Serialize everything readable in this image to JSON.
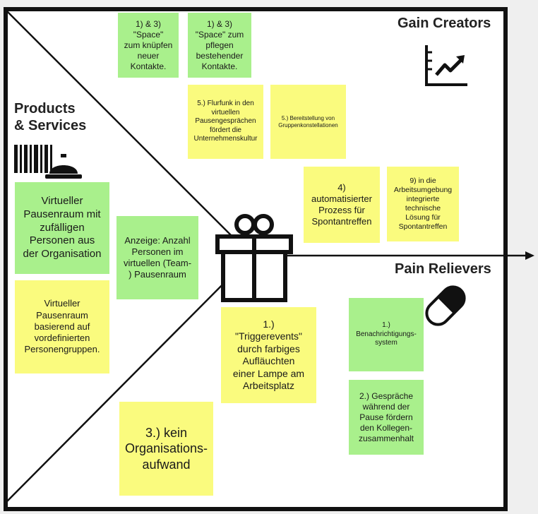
{
  "headings": {
    "gain_creators": "Gain Creators",
    "products_services": "Products\n& Services",
    "pain_relievers": "Pain Relievers"
  },
  "notes": [
    {
      "id": "space-new-contacts",
      "color": "green",
      "text": "1) & 3) \"Space\"\nzum knüpfen\nneuer\nKontakte."
    },
    {
      "id": "space-existing-contacts",
      "color": "green",
      "text": "1) & 3)\n\"Space\" zum\npflegen\nbestehender\nKontakte."
    },
    {
      "id": "flurfunk",
      "color": "yellow",
      "text": "5.) Flurfunk in den\nvirtuellen\nPausengesprächen\nfördert die\nUnternehmenskultur"
    },
    {
      "id": "gruppenkonstellationen",
      "color": "yellow",
      "text": "5.) Bereitstellung von\nGruppenkonstellationen"
    },
    {
      "id": "automatisierter-prozess",
      "color": "yellow",
      "text": "4)\nautomatisierter\nProzess für\nSpontantreffen"
    },
    {
      "id": "arbeitsumgebung",
      "color": "yellow",
      "text": "9) in die\nArbeitsumgebung\nintegrierte\ntechnische\nLösung für\nSpontantreffen"
    },
    {
      "id": "virtueller-pausenraum-zufall",
      "color": "green",
      "text": "Virtueller\nPausenraum mit\nzufälligen\nPersonen aus\nder Organisation"
    },
    {
      "id": "anzeige-anzahl",
      "color": "green",
      "text": "Anzeige: Anzahl\nPersonen im\nvirtuellen (Team-\n) Pausenraum"
    },
    {
      "id": "virtueller-pausenraum-gruppen",
      "color": "yellow",
      "text": "Virtueller\nPausenraum\nbasierend auf\nvordefinierten\nPersonengruppen."
    },
    {
      "id": "triggerevents",
      "color": "yellow",
      "text": "1.)\n\"Triggerevents\"\ndurch farbiges\nAufläuchten\neiner Lampe am\nArbeitsplatz"
    },
    {
      "id": "benachrichtigungssystem",
      "color": "green",
      "text": "1.)\nBenachrichtigungs-\nsystem"
    },
    {
      "id": "gespraeche-pause",
      "color": "green",
      "text": "2.) Gespräche\nwährend der\nPause fördern\nden Kollegen-\nzusammenhalt"
    },
    {
      "id": "kein-organisationsaufwand",
      "color": "yellow",
      "text": "3.) kein\nOrganisations-\naufwand"
    }
  ],
  "icons": [
    "chart-icon",
    "barcode-icon",
    "service-bell-icon",
    "gift-icon",
    "pill-icon",
    "arrow-icon"
  ],
  "colors": {
    "green": "#a9f08c",
    "yellow": "#fafb7e",
    "frame": "#111111"
  }
}
